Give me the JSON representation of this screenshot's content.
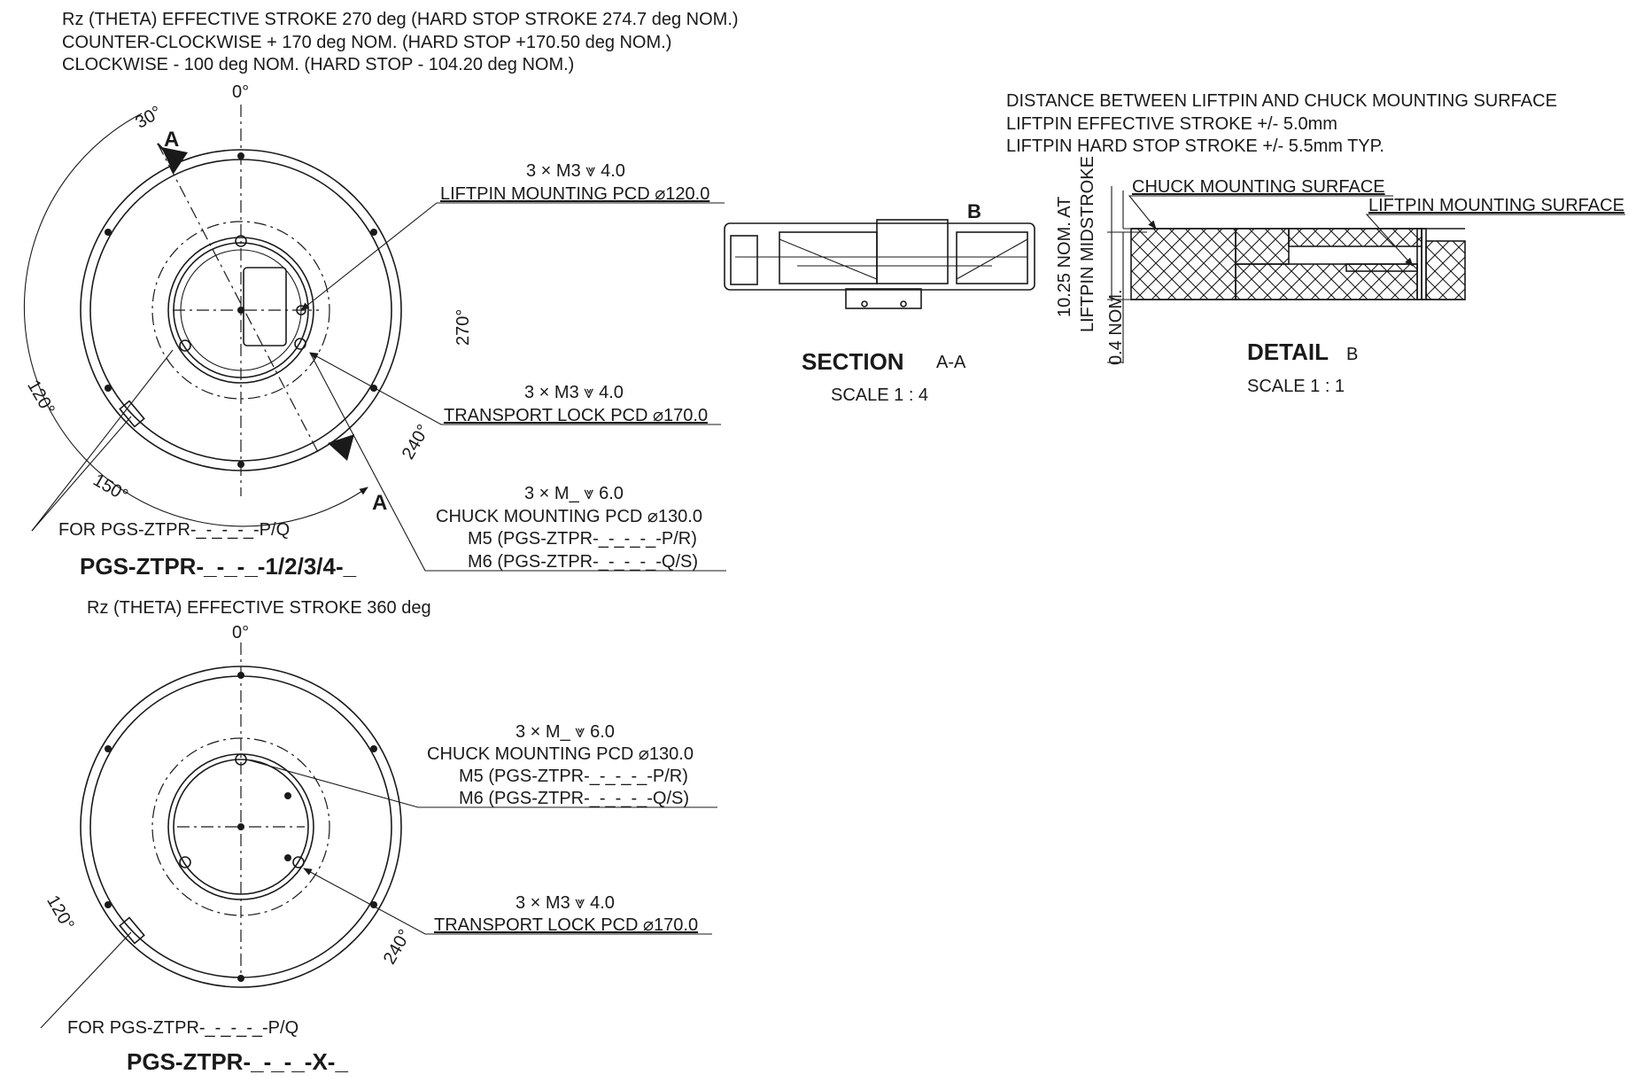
{
  "top_view": {
    "note_line1": "Rz (THETA) EFFECTIVE STROKE 270 deg (HARD STOP STROKE 274.7 deg NOM.)",
    "note_line2": "COUNTER-CLOCKWISE + 170 deg NOM. (HARD STOP +170.50 deg NOM.)",
    "note_line3": "CLOCKWISE - 100 deg NOM. (HARD STOP - 104.20 deg NOM.)",
    "angles": {
      "a0": "0°",
      "a30": "30°",
      "a120": "120°",
      "a150": "150°",
      "a240": "240°",
      "a270": "270°"
    },
    "section_marker": "A",
    "liftpin": {
      "thread": "3 × M3 ⩔ 4.0",
      "pcd": "LIFTPIN MOUNTING PCD ⌀120.0"
    },
    "transport": {
      "thread": "3 × M3 ⩔ 4.0",
      "pcd": "TRANSPORT LOCK PCD ⌀170.0"
    },
    "chuck": {
      "thread": "3 × M_ ⩔ 6.0",
      "pcd": "CHUCK MOUNTING PCD ⌀130.0",
      "m5": "M5 (PGS-ZTPR-_-_-_-_-P/R)",
      "m6": "M6 (PGS-ZTPR-_-_-_-_-Q/S)"
    },
    "for_note": "FOR PGS-ZTPR-_-_-_-_-P/Q",
    "model": "PGS-ZTPR-_-_-_-1/2/3/4-_"
  },
  "bottom_view": {
    "note_line1": "Rz (THETA) EFFECTIVE STROKE 360 deg",
    "angles": {
      "a0": "0°",
      "a120": "120°",
      "a240": "240°"
    },
    "chuck": {
      "thread": "3 × M_ ⩔ 6.0",
      "pcd": "CHUCK MOUNTING PCD ⌀130.0",
      "m5": "M5 (PGS-ZTPR-_-_-_-_-P/R)",
      "m6": "M6 (PGS-ZTPR-_-_-_-_-Q/S)"
    },
    "transport": {
      "thread": "3 × M3 ⩔ 4.0",
      "pcd": "TRANSPORT LOCK PCD ⌀170.0"
    },
    "for_note": "FOR PGS-ZTPR-_-_-_-_-P/Q",
    "model": "PGS-ZTPR-_-_-_-X-_"
  },
  "section": {
    "title": "SECTION",
    "id": "A-A",
    "scale": "SCALE 1 : 4",
    "detail_marker": "B"
  },
  "detail": {
    "note_line1": "DISTANCE BETWEEN LIFTPIN AND CHUCK MOUNTING SURFACE",
    "note_line2": "LIFTPIN EFFECTIVE STROKE +/- 5.0mm",
    "note_line3": "LIFTPIN HARD STOP STROKE +/- 5.5mm TYP.",
    "chuck_surface": "CHUCK MOUNTING SURFACE",
    "liftpin_surface": "LIFTPIN MOUNTING SURFACE",
    "dim1a": "10.25 NOM. AT",
    "dim1b": "LIFTPIN MIDSTROKE",
    "dim2": "0.4 NOM.",
    "title": "DETAIL",
    "id": "B",
    "scale": "SCALE 1 : 1"
  }
}
